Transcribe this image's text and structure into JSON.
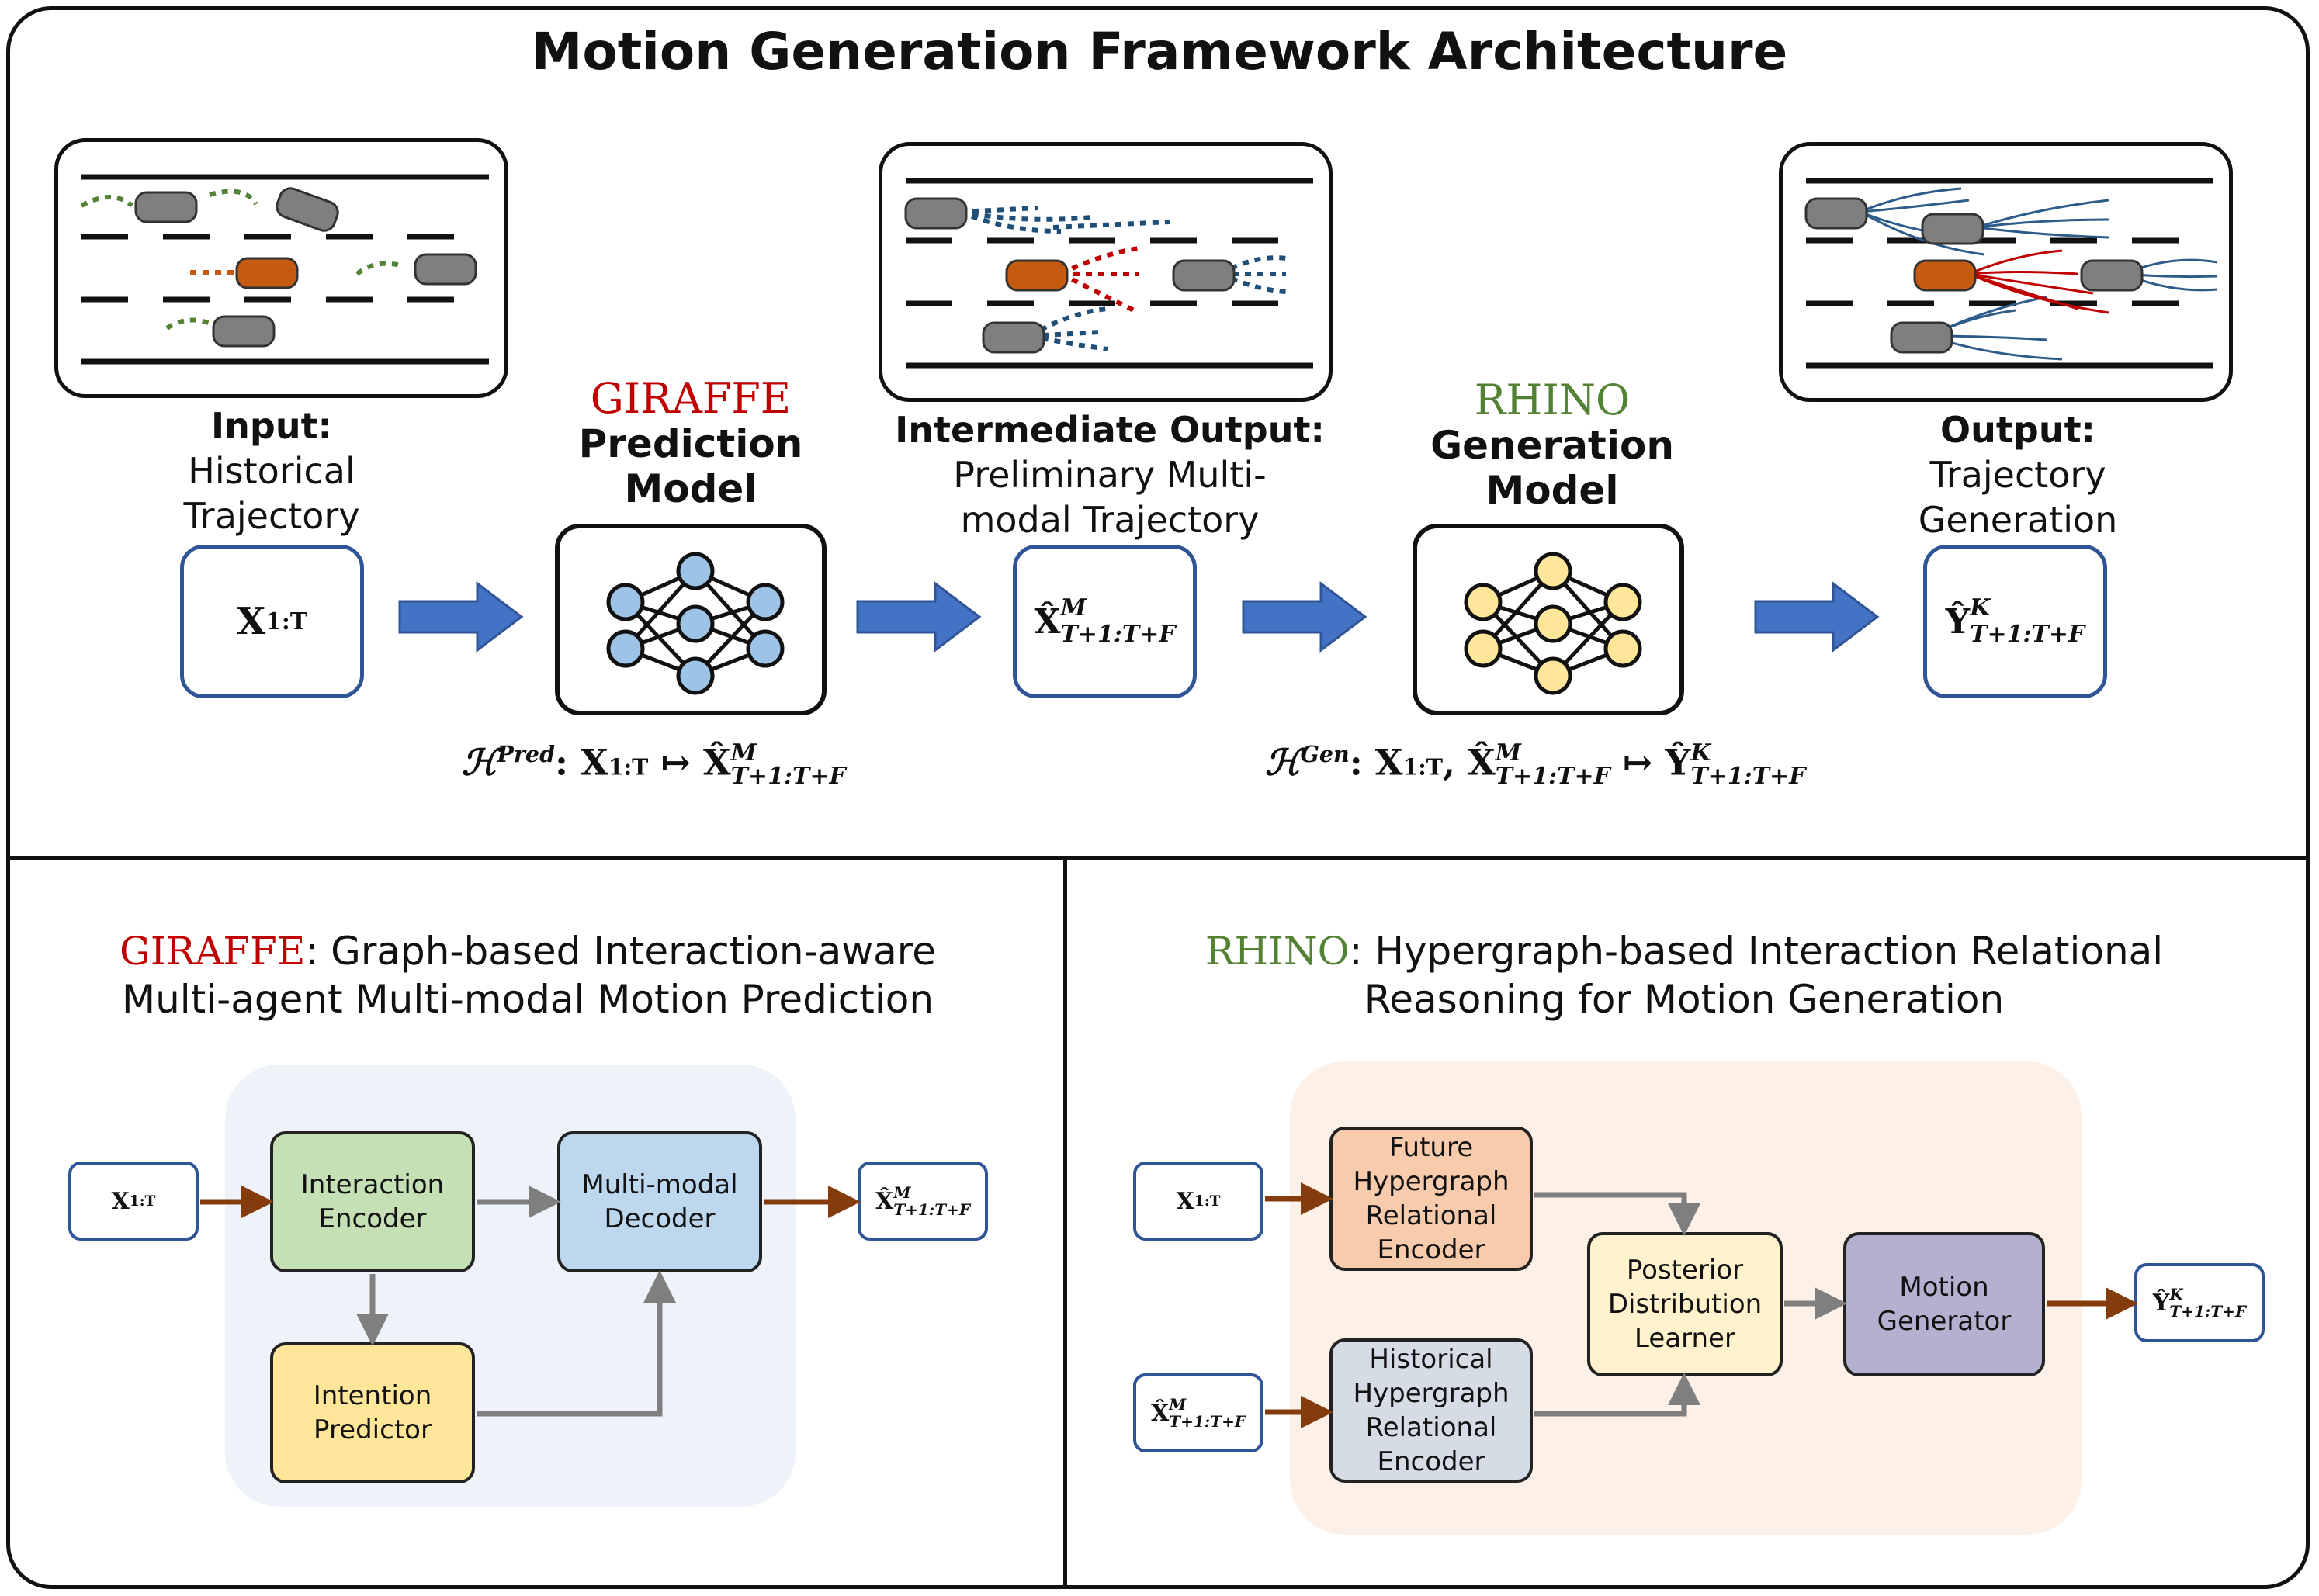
{
  "title": "Motion Generation Framework Architecture",
  "top": {
    "input": {
      "bold": "Input:",
      "line1": "Historical",
      "line2": "Trajectory",
      "symbol": "X",
      "sub": "1:T"
    },
    "giraffe": {
      "name": "GIRAFFE",
      "line1": "Prediction",
      "line2": "Model"
    },
    "intermediate": {
      "bold": "Intermediate Output:",
      "line1": "Preliminary Multi-",
      "line2": "modal Trajectory",
      "symbol": "X̂",
      "sub": "T+1:T+F",
      "sup": "M"
    },
    "rhino": {
      "name": "RHINO",
      "line1": "Generation",
      "line2": "Model"
    },
    "output": {
      "bold": "Output:",
      "line1": "Trajectory",
      "line2": "Generation",
      "symbol": "Ŷ",
      "sub": "T+1:T+F",
      "sup": "K"
    },
    "formula_pred": {
      "h": "ℋ",
      "sup": "Pred",
      "colon": ": ",
      "x": "X",
      "xsub": "1:T",
      "maps": " ↦ ",
      "xh": "X̂",
      "xhsub": "T+1:T+F",
      "xhsup": "M"
    },
    "formula_gen": {
      "h": "ℋ",
      "sup": "Gen",
      "colon": ": ",
      "x": "X",
      "xsub": "1:T",
      "comma": ", ",
      "xh": "X̂",
      "xhsub": "T+1:T+F",
      "xhsup": "M",
      "maps": " ↦ ",
      "y": "Ŷ",
      "ysub": "T+1:T+F",
      "ysup": "K"
    }
  },
  "giraffe_panel": {
    "name": "GIRAFFE",
    "title_rest": ": Graph-based Interaction-aware",
    "title_line2": "Multi-agent Multi-modal Motion Prediction",
    "input": {
      "symbol": "X",
      "sub": "1:T"
    },
    "interaction_encoder": "Interaction Encoder",
    "intention_predictor": "Intention Predictor",
    "decoder": "Multi-modal Decoder",
    "output": {
      "symbol": "X̂",
      "sub": "T+1:T+F",
      "sup": "M"
    }
  },
  "rhino_panel": {
    "name": "RHINO",
    "title_rest": ": Hypergraph-based Interaction Relational",
    "title_line2": "Reasoning for Motion Generation",
    "input1": {
      "symbol": "X",
      "sub": "1:T"
    },
    "input2": {
      "symbol": "X̂",
      "sub": "T+1:T+F",
      "sup": "M"
    },
    "future_encoder": "Future Hypergraph Relational Encoder",
    "historical_encoder": "Historical Hypergraph Relational Encoder",
    "posterior": "Posterior Distribution Learner",
    "generator": "Motion Generator",
    "output": {
      "symbol": "Ŷ",
      "sub": "T+1:T+F",
      "sup": "K"
    }
  },
  "colors": {
    "giraffe": "#c00000",
    "rhino": "#548235",
    "blue_arrow": "#4472c4",
    "brown_arrow": "#843c0c",
    "gray_arrow": "#7f7f7f",
    "box_border": "#2f5597"
  }
}
